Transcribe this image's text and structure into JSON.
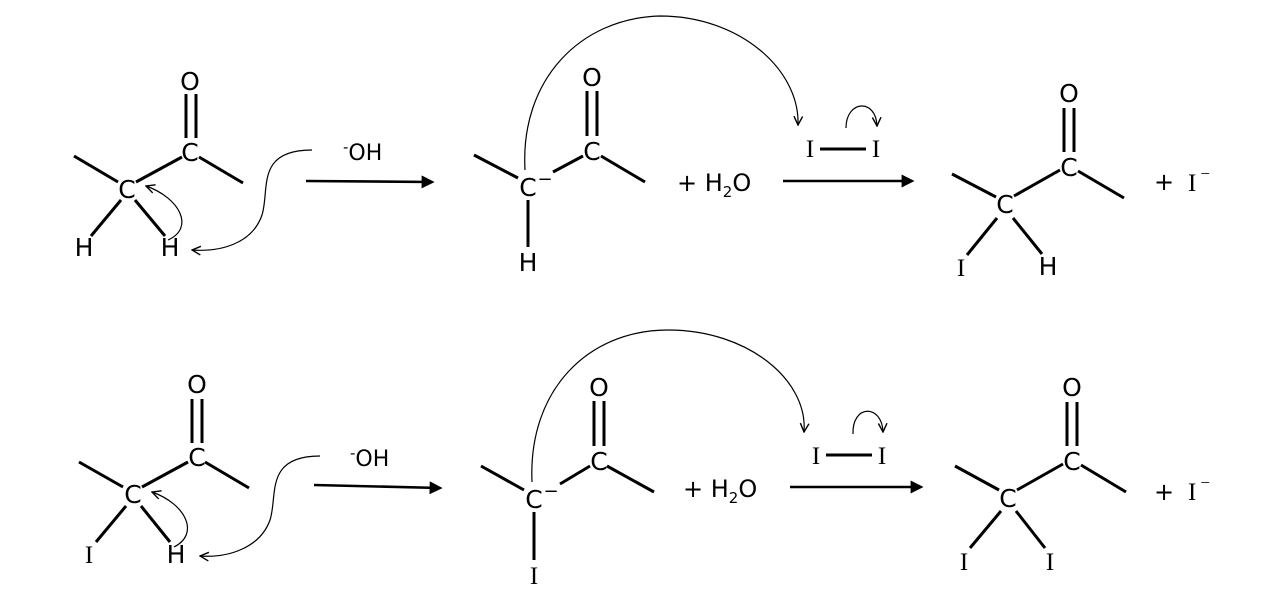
{
  "colors": {
    "ink": "#000000",
    "background": "#ffffff"
  },
  "atoms": {
    "C": "C",
    "O": "O",
    "H": "H",
    "I": "I",
    "C_anion": "C",
    "minus": "−"
  },
  "reagents": {
    "base": "OH",
    "base_charge": "-",
    "water_plus": "+ H",
    "water_sub": "2",
    "water_o": "O",
    "iodine_atom": "I",
    "iodide_plus": "+",
    "iodide_atom": "I",
    "iodide_charge": "−"
  }
}
